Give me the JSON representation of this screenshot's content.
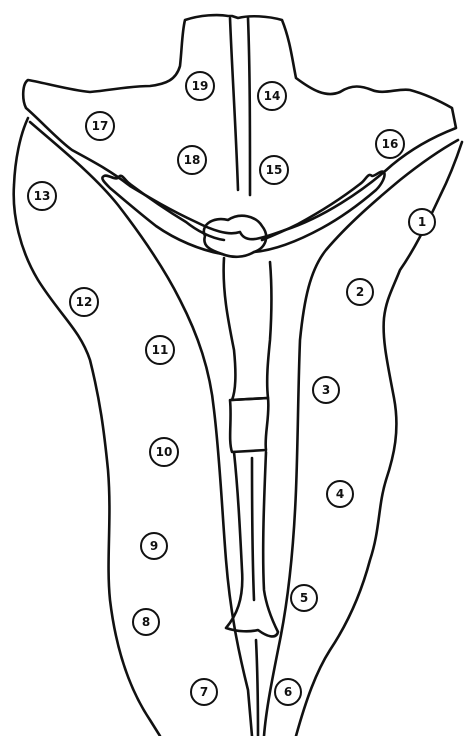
{
  "diagram": {
    "regions": [
      {
        "label": "1"
      },
      {
        "label": "2"
      },
      {
        "label": "3"
      },
      {
        "label": "4"
      },
      {
        "label": "5"
      },
      {
        "label": "6"
      },
      {
        "label": "7"
      },
      {
        "label": "8"
      },
      {
        "label": "9"
      },
      {
        "label": "10"
      },
      {
        "label": "11"
      },
      {
        "label": "12"
      },
      {
        "label": "13"
      },
      {
        "label": "14"
      },
      {
        "label": "15"
      },
      {
        "label": "16"
      },
      {
        "label": "17"
      },
      {
        "label": "18"
      },
      {
        "label": "19"
      }
    ],
    "colors": {
      "stroke": "#111111",
      "background": "#ffffff"
    }
  }
}
